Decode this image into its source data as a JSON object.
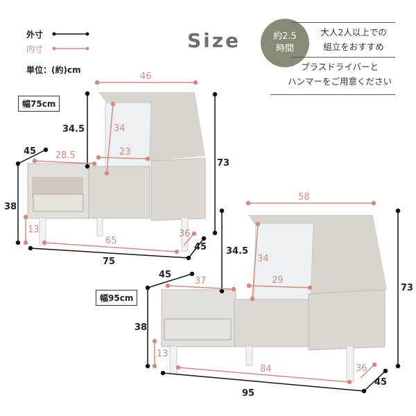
{
  "legend": {
    "outer_label": "外寸",
    "inner_label": "内寸",
    "unit_label": "単位：(約)cm",
    "outer_color": "#111111",
    "inner_color": "#d58a7c"
  },
  "title": "Size",
  "assembly": {
    "badge_line1": "約2.5",
    "badge_line2": "時間",
    "badge_color": "#878a76",
    "note_line1": "大人2人以上での",
    "note_line2": "組立をおすすめ",
    "tools_line1": "プラスドライバーと",
    "tools_line2": "ハンマーをご用意ください"
  },
  "models": [
    {
      "label": "幅75cm",
      "outer": {
        "width": "75",
        "depth": "45",
        "height": "73",
        "body_height": "38",
        "mirror_offset": "34.5",
        "side_depth": "45"
      },
      "inner": {
        "lid_width": "46",
        "mirror_height": "34",
        "mirror_width": "23",
        "shelf_width": "28.5",
        "leg_height": "13",
        "leg_span": "65",
        "leg_depth": "36"
      }
    },
    {
      "label": "幅95cm",
      "outer": {
        "width": "95",
        "depth": "45",
        "height": "73",
        "body_height": "38",
        "mirror_offset": "34.5",
        "side_depth": "45"
      },
      "inner": {
        "lid_width": "58",
        "mirror_height": "34",
        "mirror_width": "29",
        "shelf_width": "37",
        "leg_height": "13",
        "leg_span": "84",
        "leg_depth": "36"
      }
    }
  ]
}
